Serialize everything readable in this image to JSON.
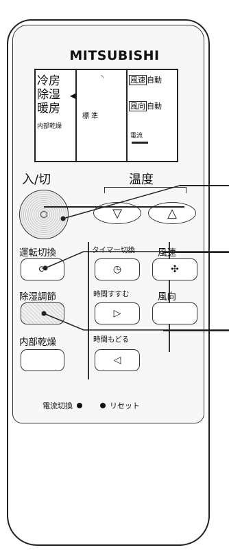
{
  "brand": "MITSUBISHI",
  "lcd": {
    "modes": [
      "冷房",
      "除湿",
      "暖房"
    ],
    "mode_small": "内部乾燥",
    "center_label": "標 準",
    "fan_box": "風速",
    "fan_value": "自動",
    "dir_box": "風向",
    "dir_value": "自動",
    "current_label": "電流"
  },
  "buttons": {
    "power_label": "入/切",
    "temp_label": "温度",
    "mode_label": "運転切換",
    "timer_switch_label": "タイマー切換",
    "fan_speed_label": "風速",
    "dehumid_label": "除湿調節",
    "time_forward_label": "時間すすむ",
    "fan_dir_label": "風向",
    "internal_dry_label": "内部乾燥",
    "time_back_label": "時間もどる"
  },
  "bottom": {
    "current_switch": "電流切換",
    "reset": "リセット"
  }
}
